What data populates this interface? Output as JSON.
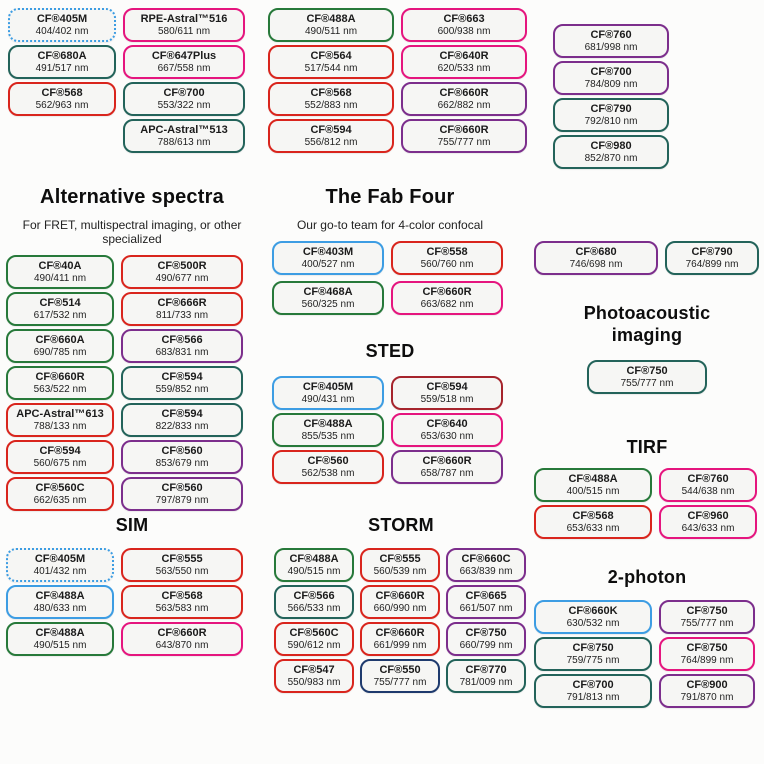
{
  "palette": {
    "blue": "#3d9de3",
    "green": "#27793a",
    "teal": "#23635a",
    "red": "#d9251d",
    "darkred": "#a6242c",
    "pink": "#e5157e",
    "purple": "#7c2e8c",
    "navy": "#1e3a6d"
  },
  "sections": {
    "group1": {
      "columns": [
        [
          {
            "label": "CF®405M",
            "value": "404/402 nm",
            "color": "blue",
            "dotted": true
          },
          {
            "label": "CF®680A",
            "value": "491/517 nm",
            "color": "teal"
          },
          {
            "label": "CF®568",
            "value": "562/963 nm",
            "color": "red"
          }
        ],
        [
          {
            "label": "RPE-Astral™516",
            "value": "580/611 nm",
            "color": "pink"
          },
          {
            "label": "CF®647Plus",
            "value": "667/558 nm",
            "color": "pink"
          },
          {
            "label": "CF®700",
            "value": "553/322 nm",
            "color": "teal"
          },
          {
            "label": "APC-Astral™513",
            "value": "788/613 nm",
            "color": "teal"
          }
        ]
      ]
    },
    "group2": {
      "columns": [
        [
          {
            "label": "CF®488A",
            "value": "490/511 nm",
            "color": "green"
          },
          {
            "label": "CF®564",
            "value": "517/544 nm",
            "color": "red"
          },
          {
            "label": "CF®568",
            "value": "552/883 nm",
            "color": "red"
          },
          {
            "label": "CF®594",
            "value": "556/812 nm",
            "color": "red"
          }
        ],
        [
          {
            "label": "CF®663",
            "value": "600/938 nm",
            "color": "pink"
          },
          {
            "label": "CF®640R",
            "value": "620/533 nm",
            "color": "pink"
          },
          {
            "label": "CF®660R",
            "value": "662/882 nm",
            "color": "purple"
          },
          {
            "label": "CF®660R",
            "value": "755/777 nm",
            "color": "purple"
          }
        ]
      ]
    },
    "group3": {
      "columns": [
        [
          {
            "label": "CF®760",
            "value": "681/998 nm",
            "color": "purple"
          },
          {
            "label": "CF®700",
            "value": "784/809 nm",
            "color": "purple"
          },
          {
            "label": "CF®790",
            "value": "792/810 nm",
            "color": "teal"
          },
          {
            "label": "CF®980",
            "value": "852/870 nm",
            "color": "teal"
          }
        ]
      ]
    },
    "alt": {
      "title": "Alternative spectra",
      "subtitle": "For FRET, multispectral imaging, or other specialized",
      "columns": [
        [
          {
            "label": "CF®40A",
            "value": "490/411 nm",
            "color": "green"
          },
          {
            "label": "CF®514",
            "value": "617/532 nm",
            "color": "green"
          },
          {
            "label": "CF®660A",
            "value": "690/785 nm",
            "color": "green"
          },
          {
            "label": "CF®660R",
            "value": "563/522 nm",
            "color": "green"
          },
          {
            "label": "APC-Astral™613",
            "value": "788/133 nm",
            "color": "red"
          },
          {
            "label": "CF®594",
            "value": "560/675 nm",
            "color": "red"
          },
          {
            "label": "CF®560C",
            "value": "662/635 nm",
            "color": "red"
          }
        ],
        [
          {
            "label": "CF®500R",
            "value": "490/677 nm",
            "color": "red"
          },
          {
            "label": "CF®666R",
            "value": "811/733 nm",
            "color": "red"
          },
          {
            "label": "CF®566",
            "value": "683/831 nm",
            "color": "purple"
          },
          {
            "label": "CF®594",
            "value": "559/852 nm",
            "color": "teal"
          },
          {
            "label": "CF®594",
            "value": "822/833 nm",
            "color": "teal"
          },
          {
            "label": "CF®560",
            "value": "853/679 nm",
            "color": "purple"
          },
          {
            "label": "CF®560",
            "value": "797/879 nm",
            "color": "purple"
          }
        ]
      ]
    },
    "fab": {
      "title": "The Fab Four",
      "subtitle": "Our go-to team for 4-color confocal",
      "columns": [
        [
          {
            "label": "CF®403M",
            "value": "400/527 nm",
            "color": "blue"
          },
          {
            "label": "CF®468A",
            "value": "560/325 nm",
            "color": "green"
          }
        ],
        [
          {
            "label": "CF®558",
            "value": "560/760 nm",
            "color": "red"
          },
          {
            "label": "CF®660R",
            "value": "663/682 nm",
            "color": "pink"
          }
        ]
      ]
    },
    "sted": {
      "title": "STED",
      "columns": [
        [
          {
            "label": "CF®405M",
            "value": "490/431 nm",
            "color": "blue"
          },
          {
            "label": "CF®488A",
            "value": "855/535 nm",
            "color": "green"
          },
          {
            "label": "CF®560",
            "value": "562/538 nm",
            "color": "red"
          }
        ],
        [
          {
            "label": "CF®594",
            "value": "559/518 nm",
            "color": "darkred"
          },
          {
            "label": "CF®640",
            "value": "653/630 nm",
            "color": "pink"
          },
          {
            "label": "CF®660R",
            "value": "658/787 nm",
            "color": "purple"
          }
        ]
      ]
    },
    "nir_pair": {
      "columns": [
        [
          {
            "label": "CF®680",
            "value": "746/698 nm",
            "color": "purple"
          }
        ],
        [
          {
            "label": "CF®790",
            "value": "764/899 nm",
            "color": "teal"
          }
        ]
      ]
    },
    "photoacoustic": {
      "title": "Photoacoustic imaging",
      "columns": [
        [
          {
            "label": "CF®750",
            "value": "755/777 nm",
            "color": "teal"
          }
        ]
      ]
    },
    "tirf": {
      "title": "TIRF",
      "columns": [
        [
          {
            "label": "CF®488A",
            "value": "400/515 nm",
            "color": "green"
          },
          {
            "label": "CF®568",
            "value": "653/633 nm",
            "color": "red"
          }
        ],
        [
          {
            "label": "CF®760",
            "value": "544/638 nm",
            "color": "pink"
          },
          {
            "label": "CF®960",
            "value": "643/633 nm",
            "color": "pink"
          }
        ]
      ]
    },
    "sim": {
      "title": "SIM",
      "columns": [
        [
          {
            "label": "CF®405M",
            "value": "401/432 nm",
            "color": "blue",
            "dotted": true
          },
          {
            "label": "CF®488A",
            "value": "480/633 nm",
            "color": "blue"
          },
          {
            "label": "CF®488A",
            "value": "490/515 nm",
            "color": "green"
          }
        ],
        [
          {
            "label": "CF®555",
            "value": "563/550 nm",
            "color": "red"
          },
          {
            "label": "CF®568",
            "value": "563/583 nm",
            "color": "red"
          },
          {
            "label": "CF®660R",
            "value": "643/870 nm",
            "color": "pink"
          }
        ]
      ]
    },
    "storm": {
      "title": "STORM",
      "columns": [
        [
          {
            "label": "CF®488A",
            "value": "490/515 nm",
            "color": "green"
          },
          {
            "label": "CF®566",
            "value": "566/533 nm",
            "color": "teal"
          },
          {
            "label": "CF®560C",
            "value": "590/612 nm",
            "color": "red"
          },
          {
            "label": "CF®547",
            "value": "550/983 nm",
            "color": "red"
          }
        ],
        [
          {
            "label": "CF®555",
            "value": "560/539 nm",
            "color": "red"
          },
          {
            "label": "CF®660R",
            "value": "660/990 nm",
            "color": "red"
          },
          {
            "label": "CF®660R",
            "value": "661/999 nm",
            "color": "red"
          },
          {
            "label": "CF®550",
            "value": "755/777 nm",
            "color": "navy"
          }
        ],
        [
          {
            "label": "CF®660C",
            "value": "663/839 nm",
            "color": "purple"
          },
          {
            "label": "CF®665",
            "value": "661/507 nm",
            "color": "purple"
          },
          {
            "label": "CF®750",
            "value": "660/799 nm",
            "color": "purple"
          },
          {
            "label": "CF®770",
            "value": "781/009 nm",
            "color": "teal"
          }
        ]
      ]
    },
    "two_photon": {
      "title": "2-photon",
      "columns": [
        [
          {
            "label": "CF®660K",
            "value": "630/532 nm",
            "color": "blue"
          },
          {
            "label": "CF®750",
            "value": "759/775 nm",
            "color": "teal"
          },
          {
            "label": "CF®700",
            "value": "791/813 nm",
            "color": "teal"
          }
        ],
        [
          {
            "label": "CF®750",
            "value": "755/777 nm",
            "color": "purple"
          },
          {
            "label": "CF®750",
            "value": "764/899 nm",
            "color": "pink"
          },
          {
            "label": "CF®900",
            "value": "791/870 nm",
            "color": "purple"
          }
        ]
      ]
    }
  }
}
